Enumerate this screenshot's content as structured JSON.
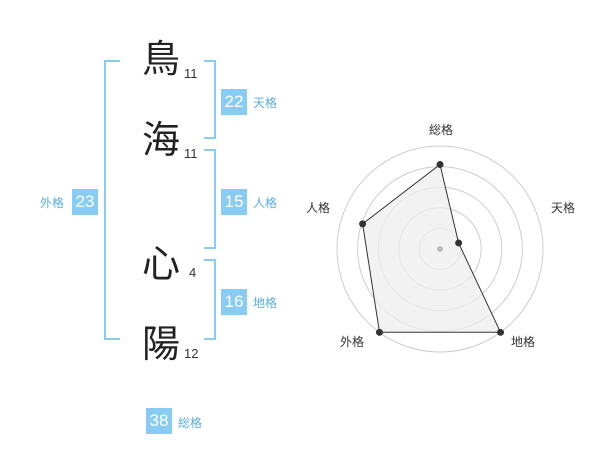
{
  "name": {
    "chars": [
      {
        "char": "鳥",
        "strokes": "11"
      },
      {
        "char": "海",
        "strokes": "11"
      },
      {
        "char": "心",
        "strokes": "4"
      },
      {
        "char": "陽",
        "strokes": "12"
      }
    ]
  },
  "fortune": {
    "tenkaku": {
      "value": "22",
      "label": "天格"
    },
    "jinkaku": {
      "value": "15",
      "label": "人格"
    },
    "chikaku": {
      "value": "16",
      "label": "地格"
    },
    "gaikaku": {
      "value": "23",
      "label": "外格"
    },
    "soukaku": {
      "value": "38",
      "label": "総格"
    }
  },
  "radar": {
    "labels": [
      "総格",
      "天格",
      "地格",
      "外格",
      "人格"
    ],
    "values": [
      0.82,
      0.19,
      1.0,
      1.0,
      0.79
    ],
    "colors": {
      "fill": "#eeeeee",
      "line": "#333333",
      "ring": "#cccccc",
      "center": "#bbbbbb"
    }
  }
}
